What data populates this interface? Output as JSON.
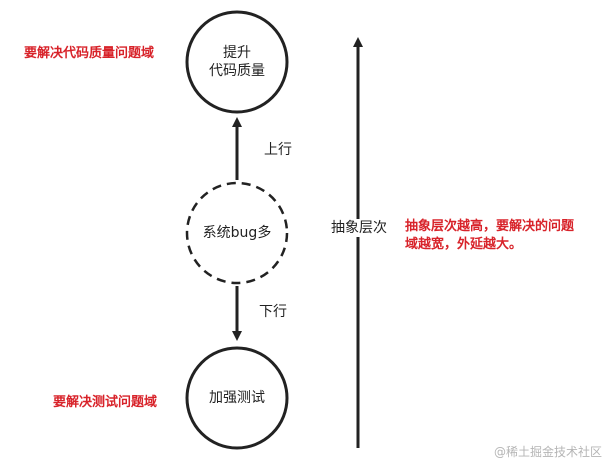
{
  "nodes": {
    "top": {
      "line1": "提升",
      "line2": "代码质量"
    },
    "middle": {
      "label": "系统bug多"
    },
    "bottom": {
      "label": "加强测试"
    }
  },
  "edges": {
    "up_label": "上行",
    "down_label": "下行"
  },
  "annotations": {
    "top_left": "要解决代码质量问题域",
    "bottom_left": "要解决测试问题域",
    "right_line1": "抽象层次越高，要解决的问题",
    "right_line2": "域越宽，外延越大。"
  },
  "axis": {
    "label": "抽象层次"
  },
  "watermark": "@稀土掘金技术社区",
  "colors": {
    "red": "#d8232a",
    "stroke": "#222222",
    "watermark": "#b5b5b5"
  }
}
